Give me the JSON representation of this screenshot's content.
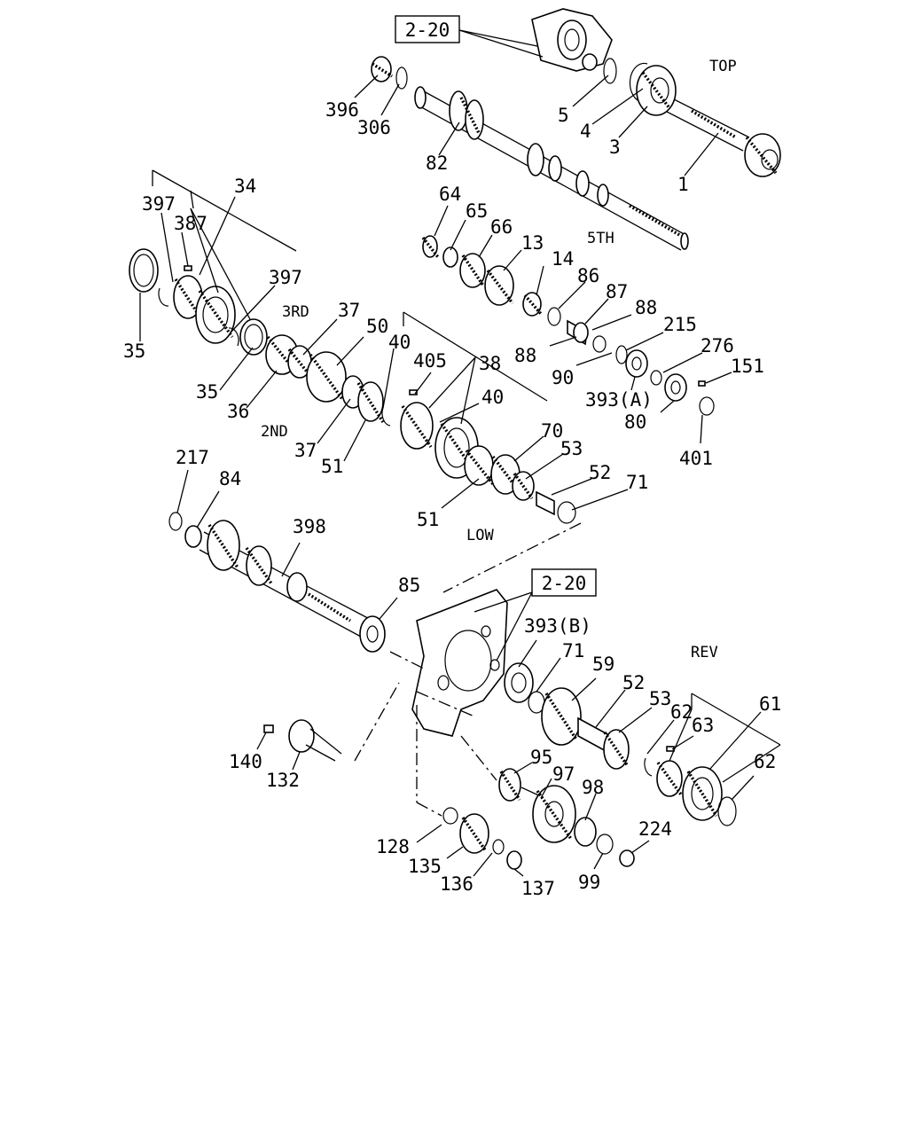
{
  "references": {
    "top": "2-20",
    "middle": "2-20"
  },
  "sections": {
    "top": "TOP",
    "fifth": "5TH",
    "third": "3RD",
    "second": "2ND",
    "low": "LOW",
    "reverse": "REV"
  },
  "callouts": {
    "c396": "396",
    "c306": "306",
    "c82": "82",
    "c5": "5",
    "c4": "4",
    "c3": "3",
    "c1": "1",
    "c397a": "397",
    "c387": "387",
    "c34": "34",
    "c397b": "397",
    "c35a": "35",
    "c35b": "35",
    "c36": "36",
    "c37a": "37",
    "c50": "50",
    "c37b": "37",
    "c51a": "51",
    "c40a": "40",
    "c405": "405",
    "c38": "38",
    "c40b": "40",
    "c70": "70",
    "c53a": "53",
    "c52a": "52",
    "c71a": "71",
    "c51b": "51",
    "c64": "64",
    "c65": "65",
    "c66": "66",
    "c13": "13",
    "c14": "14",
    "c86": "86",
    "c87": "87",
    "c88a": "88",
    "c88b": "88",
    "c90": "90",
    "c215": "215",
    "c276": "276",
    "c151": "151",
    "c393a": "393(A)",
    "c80": "80",
    "c401": "401",
    "c217": "217",
    "c84": "84",
    "c398": "398",
    "c85": "85",
    "c393b": "393(B)",
    "c71b": "71",
    "c59": "59",
    "c52b": "52",
    "c53b": "53",
    "c62a": "62",
    "c63": "63",
    "c61": "61",
    "c62b": "62",
    "c140": "140",
    "c132": "132",
    "c95": "95",
    "c97": "97",
    "c98": "98",
    "c128": "128",
    "c135": "135",
    "c136": "136",
    "c137": "137",
    "c99": "99",
    "c224": "224"
  }
}
